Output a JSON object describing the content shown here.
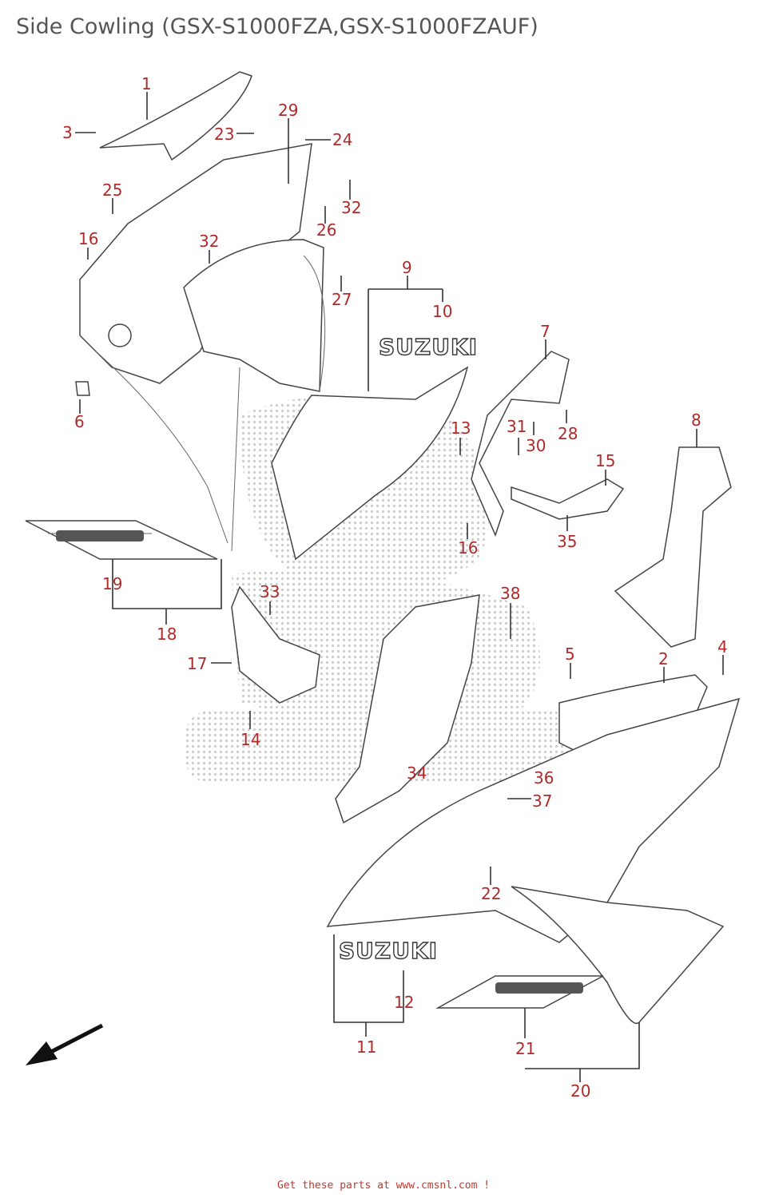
{
  "title": "Side Cowling (GSX-S1000FZA,GSX-S1000FZAUF)",
  "footer": "Get these parts at www.cmsnl.com !",
  "brand_top": "SUZUKI",
  "brand_bottom": "SUZUKI",
  "callouts": [
    "1",
    "2",
    "3",
    "4",
    "5",
    "6",
    "7",
    "8",
    "9",
    "10",
    "11",
    "12",
    "13",
    "14",
    "15",
    "16",
    "16",
    "17",
    "18",
    "19",
    "20",
    "21",
    "22",
    "23",
    "24",
    "25",
    "26",
    "27",
    "28",
    "29",
    "30",
    "31",
    "32",
    "32",
    "33",
    "34",
    "35",
    "36",
    "37",
    "38"
  ],
  "colors": {
    "callout": "#b02a2a",
    "line": "#333333",
    "footer": "#c0392b"
  },
  "icons": {
    "front_arrow": "arrow-down-left-icon"
  }
}
